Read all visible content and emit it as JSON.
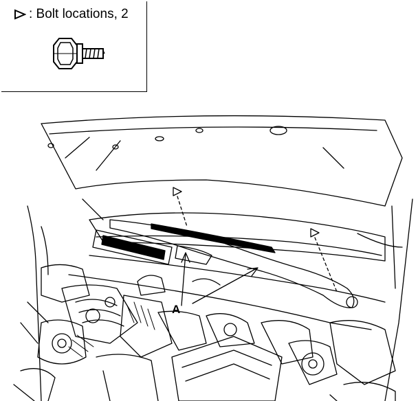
{
  "legend": {
    "text": ": Bolt locations, 2",
    "marker_icon": "triangle-marker-icon",
    "bolt_icon": "hex-flange-bolt-icon"
  },
  "figure": {
    "callout_label": "A",
    "bolt_marker_count": 2
  }
}
